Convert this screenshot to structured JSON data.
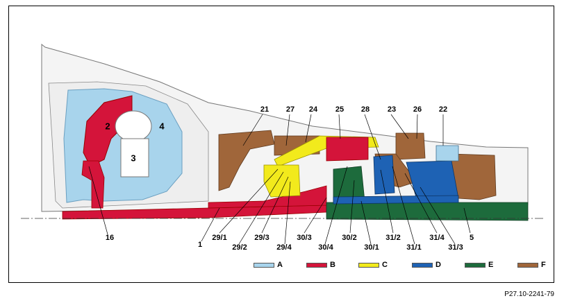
{
  "top_labels": [
    "21",
    "27",
    "24",
    "25",
    "28",
    "23",
    "26",
    "22"
  ],
  "bottom_labels": [
    "16",
    "1",
    "29/1",
    "29/2",
    "29/3",
    "29/4",
    "30/3",
    "30/4",
    "30/2",
    "30/1",
    "31/2",
    "31/1",
    "31/4",
    "31/3",
    "5"
  ],
  "inner_numbers": [
    "2",
    "4",
    "3"
  ],
  "legend": [
    {
      "key": "A",
      "color": "#a8d4ec"
    },
    {
      "key": "B",
      "color": "#d4143a"
    },
    {
      "key": "C",
      "color": "#f2ea1c"
    },
    {
      "key": "D",
      "color": "#1e62b4"
    },
    {
      "key": "E",
      "color": "#1d6b3c"
    },
    {
      "key": "F",
      "color": "#a0663a"
    }
  ],
  "figure_ref": "P27.10-2241-79"
}
